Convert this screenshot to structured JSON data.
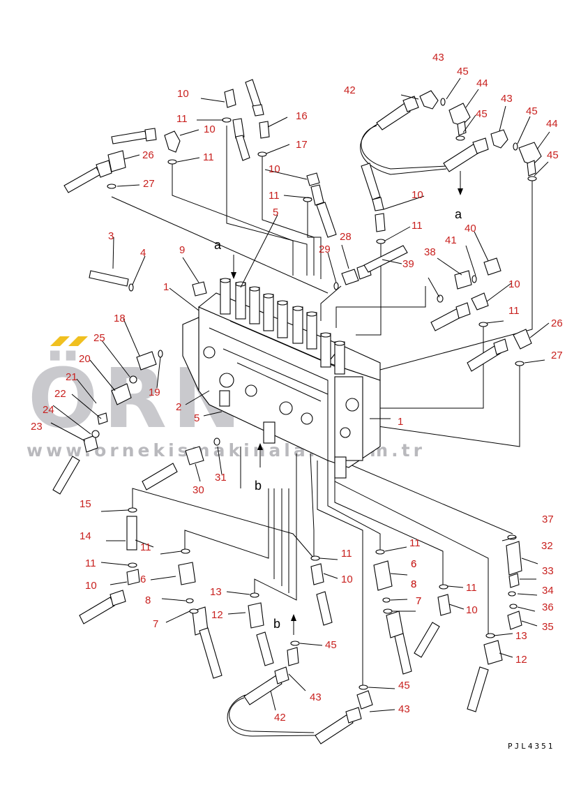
{
  "watermark": {
    "brand": "ÖRNEK",
    "url": "www.ornekismakinalari.com.tr",
    "accent_color": "#f0c020"
  },
  "drawing_code": "PJL4351",
  "view_markers": [
    "a",
    "a",
    "b",
    "b"
  ],
  "callouts": [
    "1",
    "1",
    "2",
    "3",
    "4",
    "5",
    "5",
    "6",
    "6",
    "6",
    "7",
    "7",
    "7",
    "8",
    "8",
    "8",
    "9",
    "10",
    "10",
    "10",
    "10",
    "10",
    "10",
    "10",
    "10",
    "11",
    "11",
    "11",
    "11",
    "11",
    "11",
    "11",
    "11",
    "11",
    "11",
    "12",
    "12",
    "13",
    "13",
    "14",
    "15",
    "16",
    "17",
    "18",
    "19",
    "20",
    "21",
    "22",
    "23",
    "24",
    "25",
    "26",
    "26",
    "27",
    "27",
    "28",
    "29",
    "30",
    "31",
    "32",
    "33",
    "34",
    "35",
    "36",
    "37",
    "38",
    "39",
    "40",
    "41",
    "42",
    "42",
    "43",
    "43",
    "43",
    "43",
    "44",
    "44",
    "45",
    "45",
    "45",
    "45",
    "45",
    "45"
  ],
  "colors": {
    "callout": "#c8201e",
    "line": "#000000",
    "watermark": "#c9c9cd"
  }
}
